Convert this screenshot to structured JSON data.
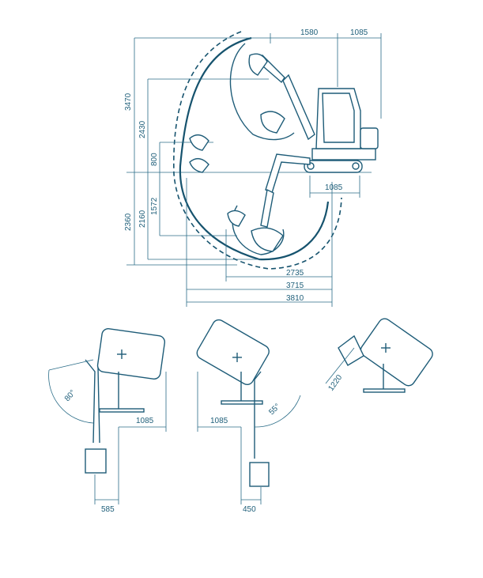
{
  "colors": {
    "line": "#1e5c78",
    "background": "#ffffff"
  },
  "side_view": {
    "dims_top": [
      "1580",
      "1085"
    ],
    "dims_left": [
      "3470",
      "2430",
      "800",
      "1572",
      "2160",
      "2360"
    ],
    "dims_bottom": [
      "2735",
      "3715",
      "3810"
    ],
    "dim_track": "1085"
  },
  "top_views": {
    "left": {
      "angle": "80°",
      "offset": "1085",
      "width": "585"
    },
    "middle": {
      "angle": "55°",
      "offset": "1085",
      "width": "450"
    },
    "right": {
      "radius": "1220"
    }
  }
}
